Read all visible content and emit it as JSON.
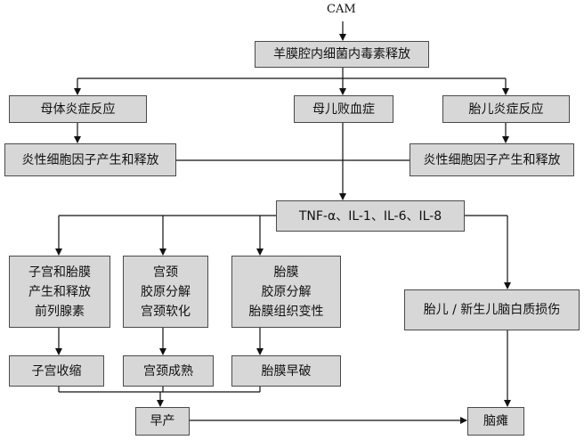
{
  "diagram": {
    "source": "CAM",
    "amniotic_toxin": "羊膜腔内细菌内毒素释放",
    "maternal_inflammation": "母体炎症反应",
    "maternal_fetal_sepsis": "母儿败血症",
    "fetal_inflammation": "胎儿炎症反应",
    "cytokines_left": "炎性细胞因子产生和释放",
    "cytokines_right": "炎性细胞因子产生和释放",
    "cytokine_list": "TNF-α、IL-1、IL-6、IL-8",
    "uterus_box": [
      "子宫和胎膜",
      "产生和释放",
      "前列腺素"
    ],
    "cervix_box": [
      "宫颈",
      "胶原分解",
      "宫颈软化"
    ],
    "membrane_box": [
      "胎膜",
      "胶原分解",
      "胎膜组织变性"
    ],
    "brain_injury": "胎儿 / 新生儿脑白质损伤",
    "uterine_contraction": "子宫收缩",
    "cervical_ripening": "宫颈成熟",
    "premature_rupture": "胎膜早破",
    "preterm_birth": "早产",
    "cerebral_palsy": "脑瘫"
  }
}
